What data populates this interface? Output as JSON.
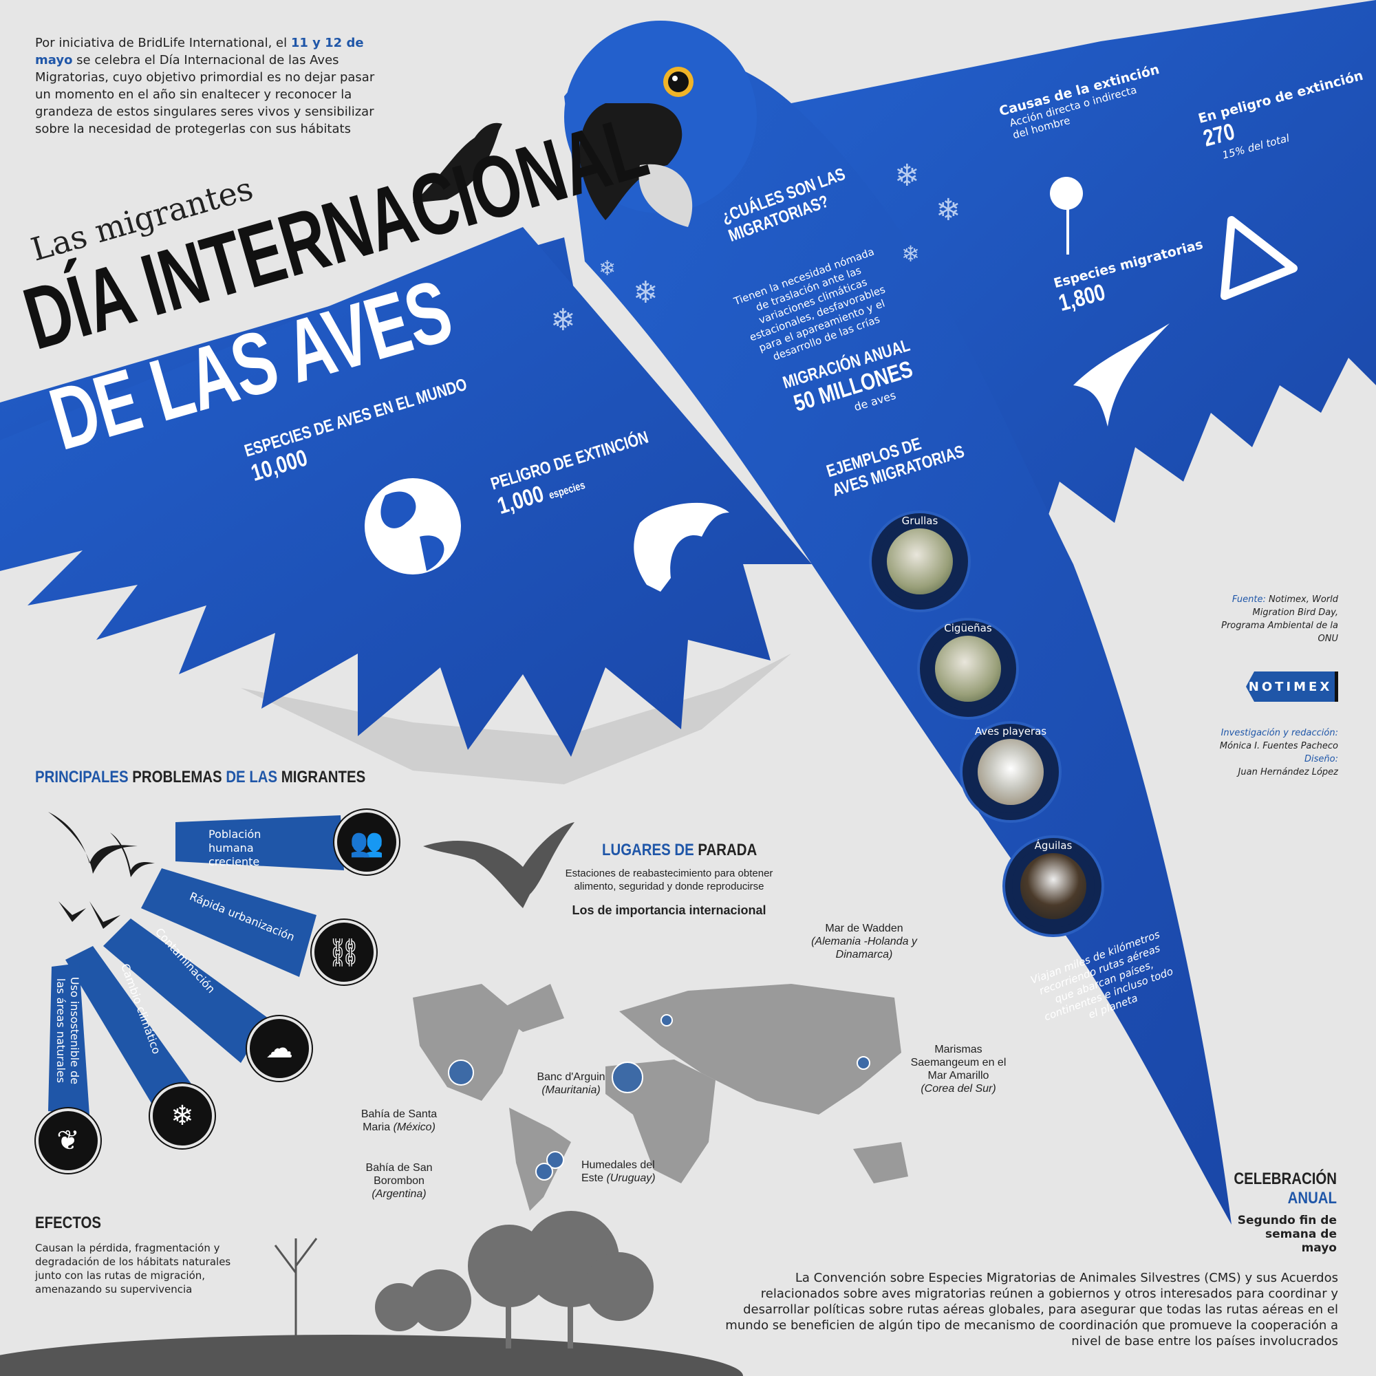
{
  "intro": {
    "before": "Por iniciativa de BridLife International, el ",
    "highlight": "11 y 12 de mayo",
    "after": " se celebra el Día Internacional de las Aves Migratorias, cuyo objetivo primordial es no dejar pasar un momento en el año sin enaltecer y reconocer la grandeza de estos singulares seres vivos y sensibilizar sobre la necesidad de protegerlas con sus hábitats"
  },
  "title": {
    "kicker": "Las migrantes",
    "line1": "DÍA INTERNACIONAL",
    "line2": "DE LAS AVES"
  },
  "stats": {
    "species_world": {
      "label": "ESPECIES DE AVES EN EL MUNDO",
      "value": "10,000"
    },
    "danger": {
      "label": "PELIGRO DE EXTINCIÓN",
      "value": "1,000",
      "unit": "especies"
    },
    "which": {
      "title1": "¿CUÁLES SON LAS",
      "title2": "MIGRATORIAS?",
      "text": "Tienen la necesidad nómada de traslación ante las variaciones climáticas estacionales, desfavorables para el apareamiento y el desarrollo de las crías"
    },
    "annual": {
      "label": "MIGRACIÓN ANUAL",
      "value": "50 MILLONES",
      "unit": "de aves"
    },
    "examples": {
      "title1": "EJEMPLOS DE",
      "title2": "AVES MIGRATORIAS",
      "birds": [
        "Grullas",
        "Cigüeñas",
        "Aves playeras",
        "Águilas"
      ]
    },
    "causes": {
      "label": "Causas de la extinción",
      "text1": "Acción directa o indirecta",
      "text2": "del hombre"
    },
    "endangered": {
      "label": "En peligro de extinción",
      "value": "270",
      "note": "15% del total"
    },
    "migratory": {
      "label": "Especies migratorias",
      "value": "1,800"
    },
    "travel": "Viajan miles de kilómetros recorriendo rutas aéreas que abarcan países, continentes e incluso todo el planeta"
  },
  "credits": {
    "source_label": "Fuente:",
    "source": "Notimex, World Migration Bird Day, Programa Ambiental de la ONU",
    "brand": "NOTIMEX",
    "research_label": "Investigación y redacción:",
    "research": "Mónica I. Fuentes Pacheco",
    "design_label": "Diseño:",
    "design": "Juan Hernández López"
  },
  "problems": {
    "title": [
      "PRINCIPALES",
      " PROBLEMAS",
      " DE LAS",
      " MIGRANTES"
    ],
    "items": [
      "Población humana creciente",
      "Rápida urbanización",
      "Contaminación",
      "Cambio climático",
      "Uso insostenible de las áreas naturales"
    ]
  },
  "stops": {
    "title_a": "LUGARES DE",
    "title_b": " PARADA",
    "subtitle": "Estaciones de reabastecimiento para obtener alimento, seguridad y donde reproducirse",
    "note": "Los de importancia internacional",
    "places": [
      {
        "name": "Mar de Wadden",
        "country": "(Alemania -Holanda y Dinamarca)"
      },
      {
        "name": "Marismas Saemangeum en el Mar Amarillo",
        "country": "(Corea del Sur)"
      },
      {
        "name": "Bahía de Santa Maria",
        "country": "(México)"
      },
      {
        "name": "Banc d'Arguin",
        "country": "(Mauritania)"
      },
      {
        "name": "Bahía de San Borombon",
        "country": "(Argentina)"
      },
      {
        "name": "Humedales del Este",
        "country": "(Uruguay)"
      }
    ]
  },
  "effects": {
    "title": "EFECTOS",
    "text": "Causan la pérdida, fragmentación y degradación de los hábitats naturales junto con las rutas de migración, amenazando su supervivencia"
  },
  "celebration": {
    "title1": "CELEBRACIÓN",
    "title2": "ANUAL",
    "text": "Segundo fin de semana de mayo"
  },
  "footer": "La Convención sobre Especies Migratorias de Animales Silvestres (CMS) y sus Acuerdos relacionados sobre aves migratorias reúnen a gobiernos y otros interesados para coordinar y desarrollar políticas sobre rutas aéreas globales, para asegurar que todas las rutas aéreas en el mundo se beneficien de algún tipo de mecanismo de coordinación que promueve la cooperación a nivel de base entre los países involucrados",
  "colors": {
    "brand_blue": "#1f56c0",
    "dark_blue": "#163f9e",
    "text_blue": "#1f56a8"
  }
}
